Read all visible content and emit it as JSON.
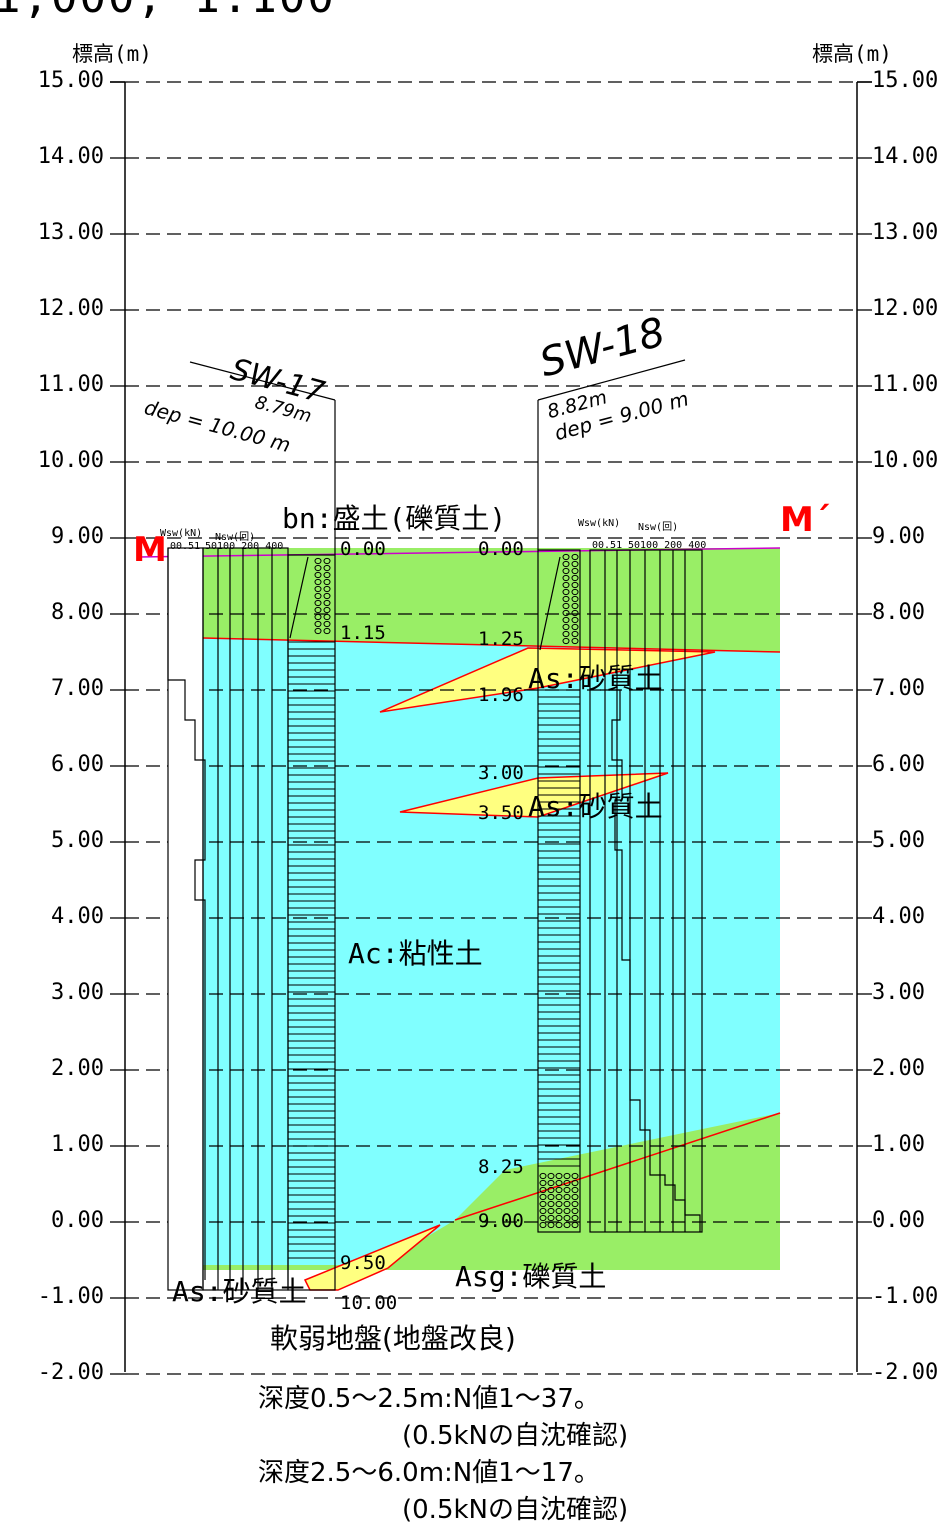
{
  "header": {
    "partial_title": "1,000, 1:100"
  },
  "axes": {
    "left_unit": "標高(m)",
    "right_unit": "標高(m)",
    "ticks": [
      "15.00",
      "14.00",
      "13.00",
      "12.00",
      "11.00",
      "10.00",
      "9.00",
      "8.00",
      "7.00",
      "6.00",
      "5.00",
      "4.00",
      "3.00",
      "2.00",
      "1.00",
      "0.00",
      "-1.00",
      "-2.00"
    ],
    "elevation_range": [
      -2.0,
      15.0
    ]
  },
  "section_markers": {
    "left": "M",
    "right": "M´"
  },
  "borehole_1": {
    "name": "SW-17",
    "ground_elevation": "8.79m",
    "dep": "dep = 10.00 m",
    "wsw_header": "Wsw(kN)",
    "nsw_header": "Nsw(回)",
    "scale_wsw": "00.51",
    "scale_nsw": "50100 200 400",
    "depths": {
      "d0": "0.00",
      "d1": "1.15",
      "d2": "9.50",
      "d3": "10.00"
    }
  },
  "borehole_2": {
    "name": "SW-18",
    "ground_elevation": "8.82m",
    "dep": "dep = 9.00 m",
    "wsw_header": "Wsw(kN)",
    "nsw_header": "Nsw(回)",
    "scale_wsw": "00.51",
    "scale_nsw": "50100 200 400",
    "depths": {
      "d0": "0.00",
      "d1": "1.25",
      "d2": "1.96",
      "d3": "3.00",
      "d4": "3.50",
      "d5": "8.25",
      "d6": "9.00"
    }
  },
  "layers": {
    "bn": "bn:盛土(礫質土)",
    "as1": "As:砂質土",
    "as2": "As:砂質土",
    "ac": "Ac:粘性土",
    "asg": "Asg:礫質土",
    "as3": "As:砂質土"
  },
  "annotations": {
    "soft_ground": "軟弱地盤(地盤改良)",
    "note1": "深度0.5～2.5m:N値1～37。",
    "note2": "(0.5kNの自沈確認)",
    "note3": "深度2.5～6.0m:N値1～17。",
    "note4": "(0.5kNの自沈確認)"
  },
  "colors": {
    "fill_green": "#99ee66",
    "fill_cyan": "#80ffff",
    "fill_yellow": "#ffff80",
    "boundary_red": "#ff0000",
    "marker_red": "#ff0000",
    "ground_line": "#cc00cc"
  }
}
